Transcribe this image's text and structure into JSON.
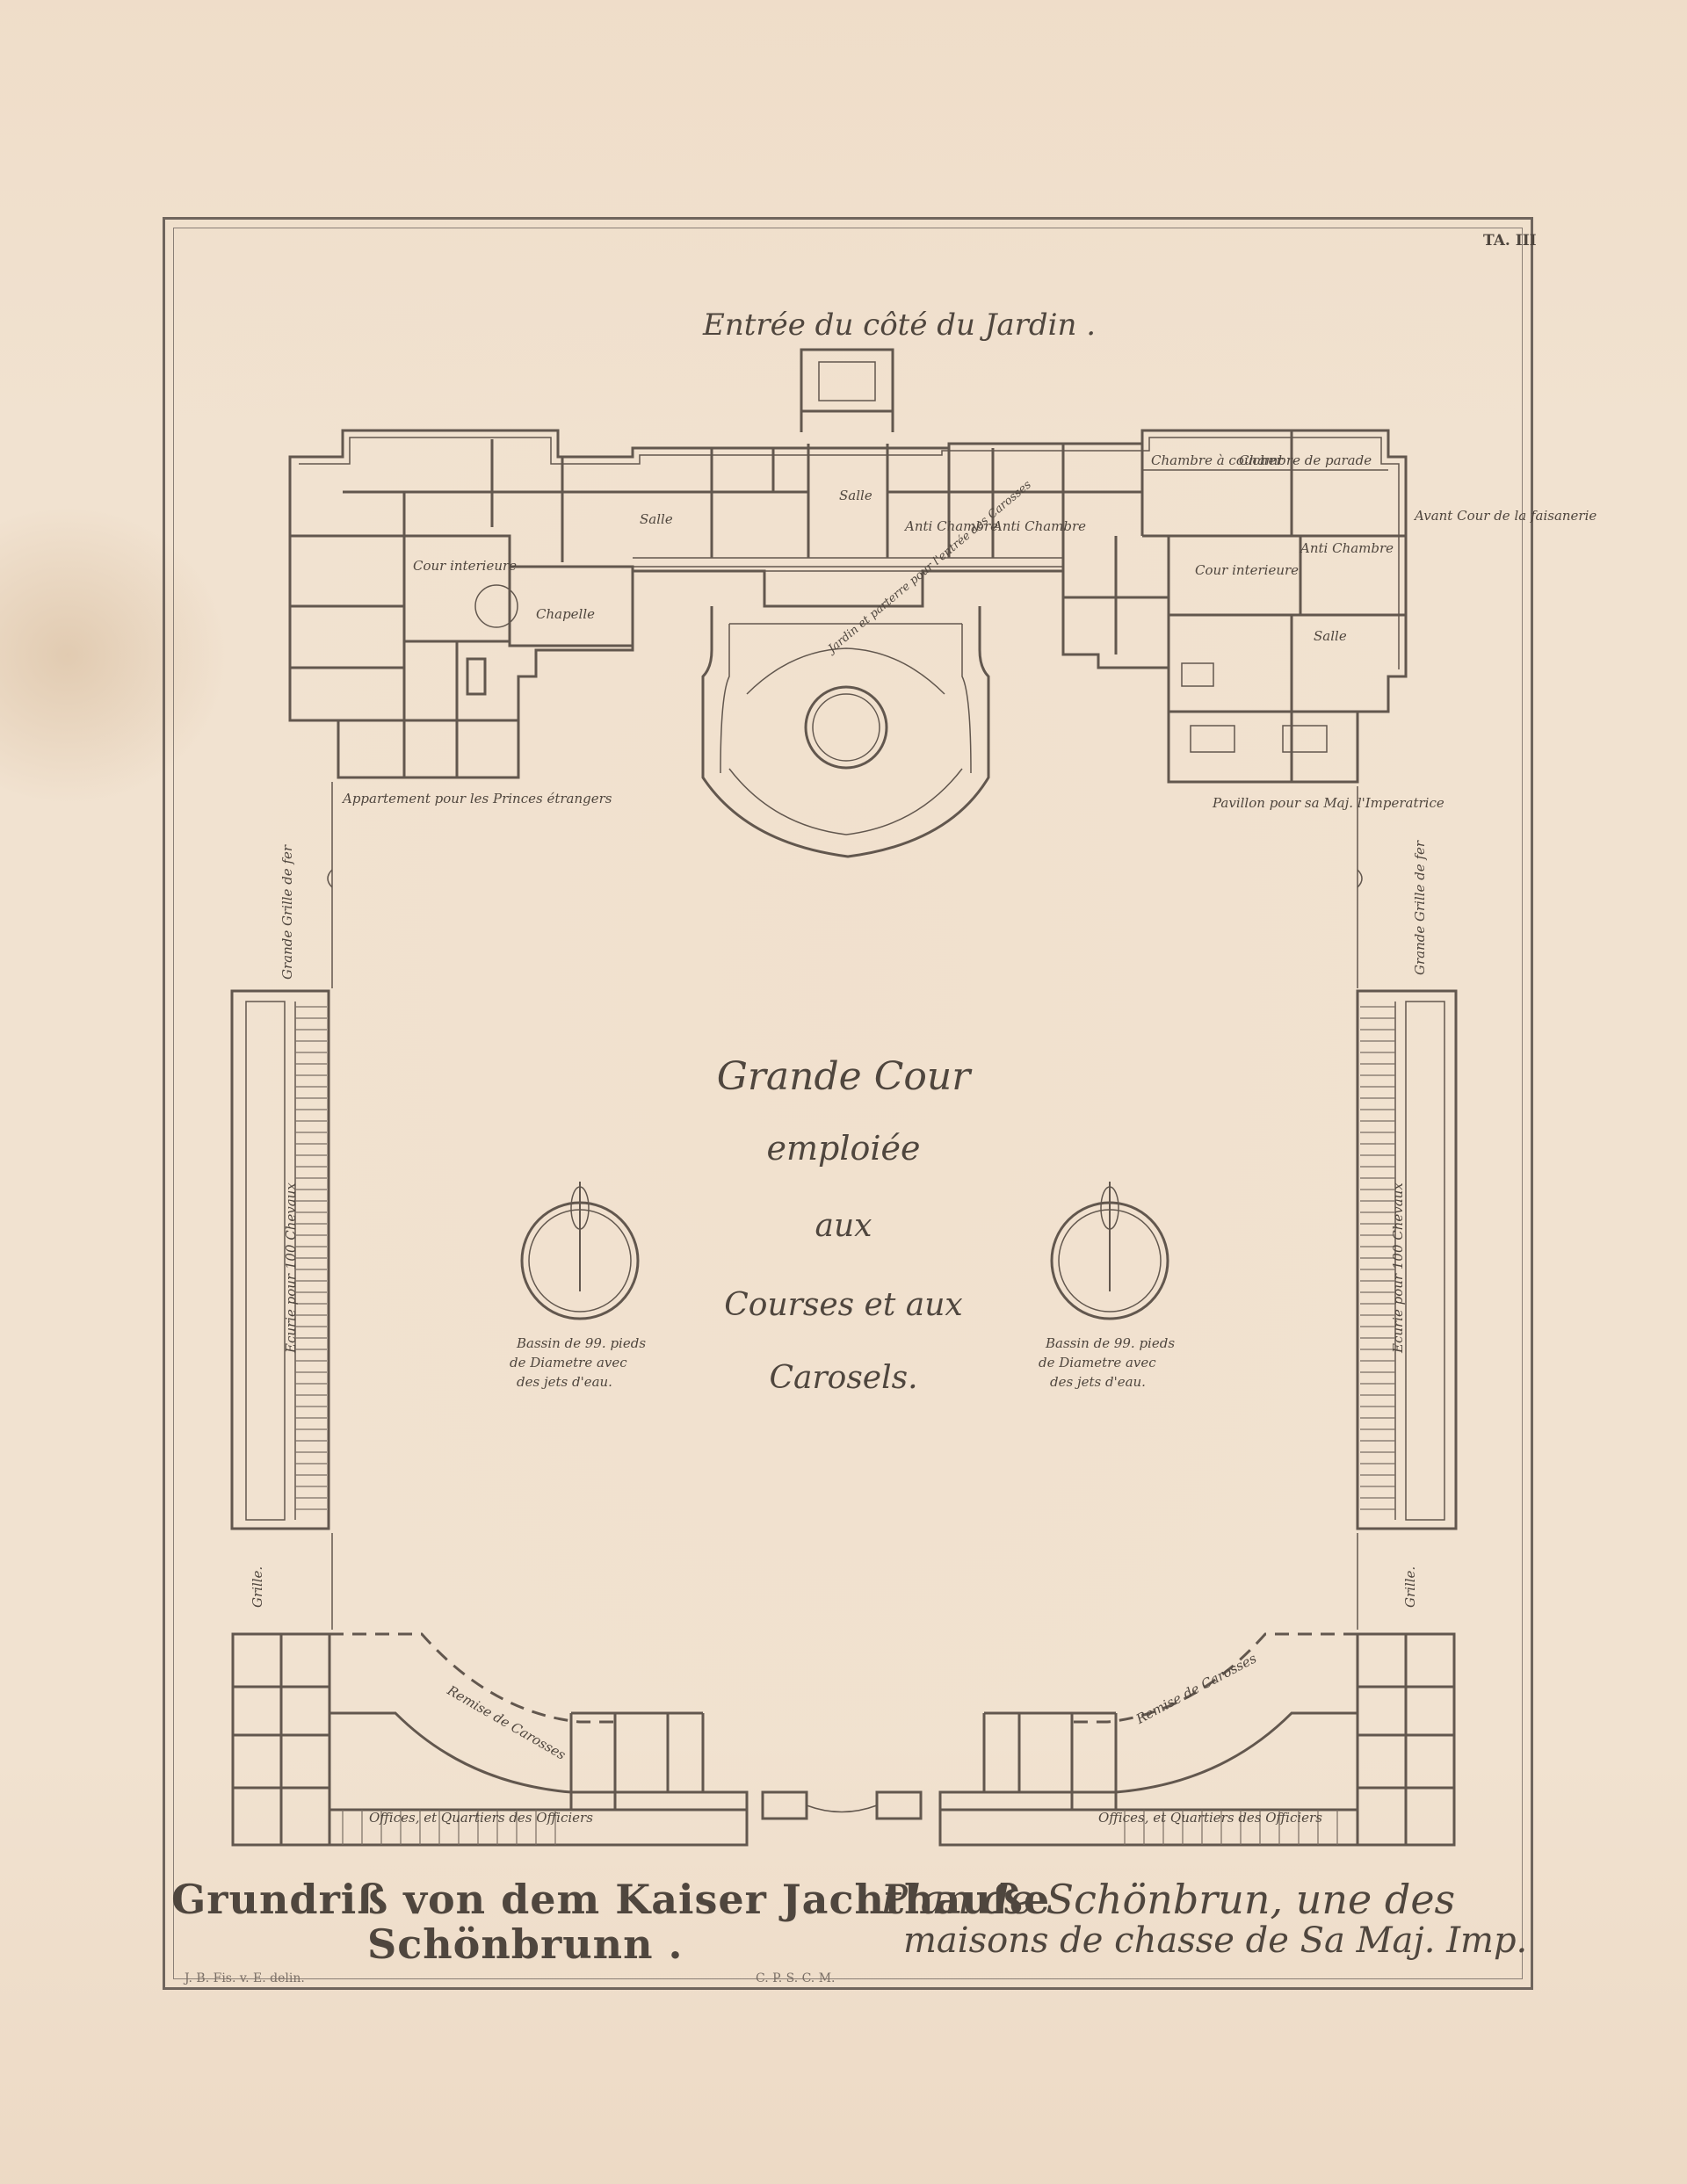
{
  "plate_number": "TA. III",
  "entrance_label": "Entrée du côté du Jardin .",
  "courtyard": {
    "line1": "Grande Cour",
    "line2": "emploiée",
    "line3": "aux",
    "line4": "Courses et aux",
    "line5": "Carosels."
  },
  "rooms": {
    "salle_center": "Salle",
    "salle_left": "Salle",
    "salle_right": "Salle",
    "chapelle": "Chapelle",
    "cour_left": "Cour interieure",
    "cour_right": "Cour interieure",
    "anti_chambre_1": "Anti Chambre",
    "anti_chambre_2": "Anti Chambre",
    "anti_chambre_right": "Anti Chambre",
    "chambre_a_coucher": "Chambre à coucher",
    "chambre_de_parade": "Chambre de parade",
    "avant_cour": "Avant Cour de la faisanerie",
    "appartement_princes": "Appartement pour les Princes étrangers",
    "jardin_label": "Jardin et parterre pour l'entrée des Carosses",
    "pavillon_right": "Pavillon pour sa Maj. l'Imperatrice"
  },
  "galleries": {
    "grille_left": "Grande Grille de fer",
    "grille_right": "Grande Grille de fer",
    "ecurie_left": "Ecurie pour 100 Chevaux",
    "ecurie_right": "Ecurie pour 100 Chevaux",
    "grille_small_left": "Grille.",
    "grille_small_right": "Grille."
  },
  "basins": {
    "left": [
      "Bassin de 99. pieds",
      "de Diametre avec",
      "des jets d'eau."
    ],
    "right": [
      "Bassin de 99. pieds",
      "de Diametre avec",
      "des jets d'eau."
    ]
  },
  "lower_wings": {
    "remise_left": "Remise de Carosses",
    "remise_right": "Remise de Carosses",
    "offices_left": "Offices, et Quartiers des Officiers",
    "offices_right": "Offices, et Quartiers des Officiers"
  },
  "title_german_1": "Grundriß von dem Kaiser Jachthauße",
  "title_german_2": "Schönbrunn .",
  "title_french_1": "Plan de Schönbrun, une des",
  "title_french_2": "maisons de chasse de Sa Maj. Imp.",
  "credit_left": "J. B. Fis. v. E. delin.",
  "credit_center": "C. P. S. C. M."
}
